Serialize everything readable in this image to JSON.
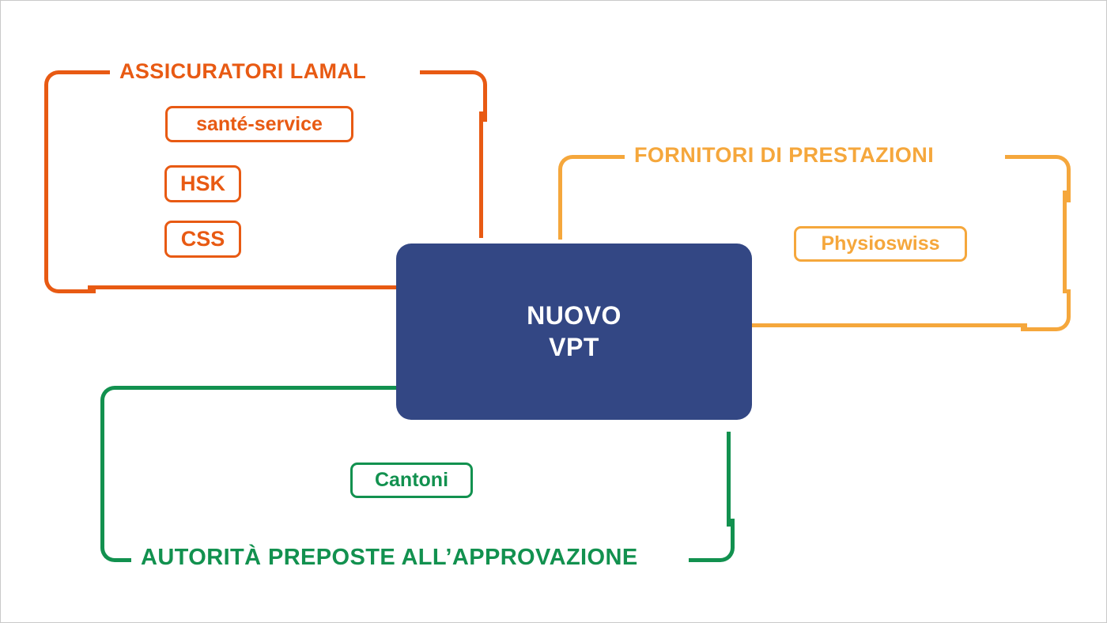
{
  "diagram": {
    "center": {
      "lines": [
        "NUOVO",
        "VPT"
      ],
      "color": "#334784",
      "text_color": "#FFFFFF"
    },
    "groups": [
      {
        "id": "insurers",
        "title": "ASSICURATORI LAMAL",
        "color": "#E85A13",
        "title_position": "top",
        "side": "left",
        "nodes": [
          {
            "label": "santé-service"
          },
          {
            "label": "HSK"
          },
          {
            "label": "CSS"
          }
        ]
      },
      {
        "id": "providers",
        "title": "FORNITORI DI PRESTAZIONI",
        "color": "#F5A73C",
        "title_position": "top",
        "side": "right",
        "nodes": [
          {
            "label": "Physioswiss"
          }
        ]
      },
      {
        "id": "authorities",
        "title": "AUTORITÀ PREPOSTE ALL’APPROVAZIONE",
        "color": "#12914F",
        "title_position": "bottom",
        "side": "bottom",
        "nodes": [
          {
            "label": "Cantoni"
          }
        ]
      }
    ],
    "background": "#FFFFFF",
    "border_color": "#C9C9C9"
  }
}
